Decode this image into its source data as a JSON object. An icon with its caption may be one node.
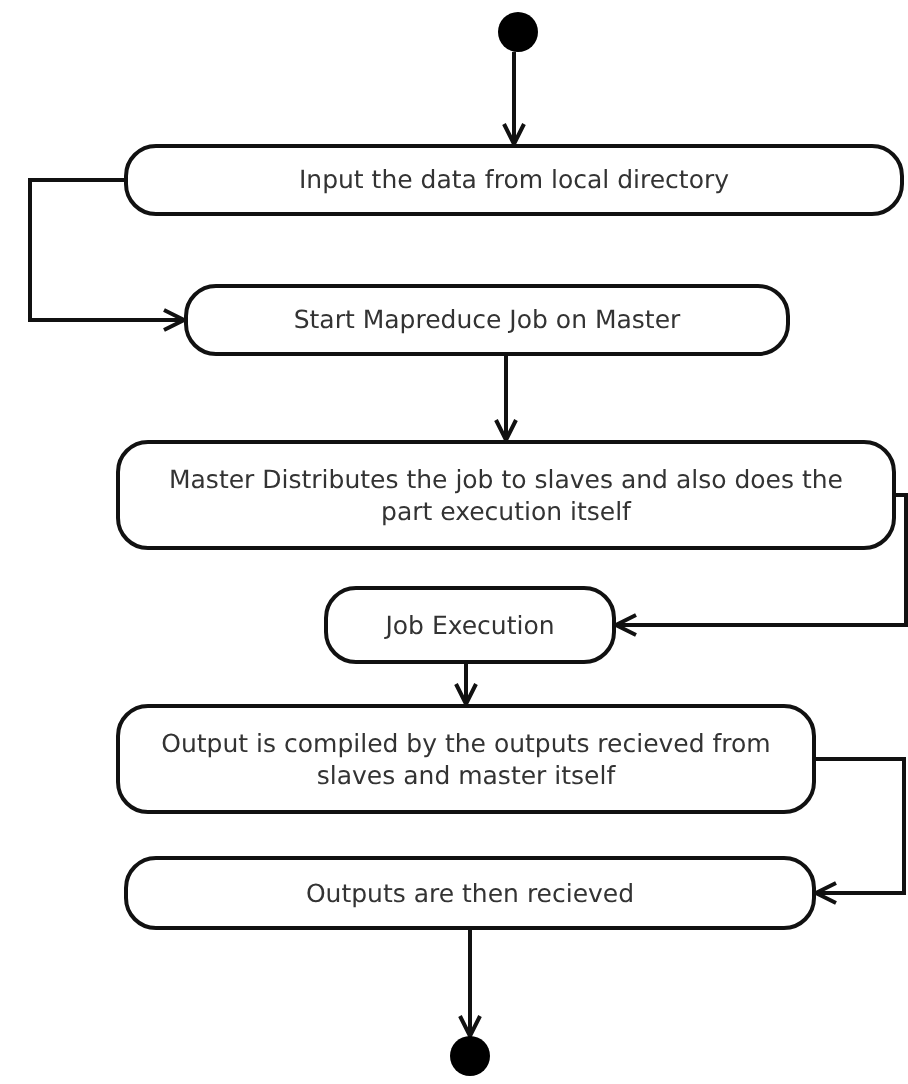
{
  "diagram": {
    "nodes": [
      {
        "text": [],
        "shape": "circle"
      },
      {
        "text": [
          "Input the data from local directory"
        ]
      },
      {
        "text": [
          "Start Mapreduce Job on Master"
        ]
      },
      {
        "text": [
          "Master Distributes the job to slaves and also does the part execution itself"
        ]
      },
      {
        "text": [
          "Job Execution"
        ]
      },
      {
        "text": [
          "Output is compiled by the outputs recieved from slaves and master itself"
        ]
      },
      {
        "text": [
          "Outputs are then recieved"
        ]
      },
      {
        "text": [],
        "shape": "circle"
      }
    ],
    "edges": [
      {
        "from": 0,
        "to": 1,
        "arrow": "to"
      },
      {
        "from": 1,
        "to": 2,
        "arrow": "to"
      },
      {
        "from": 2,
        "to": 3,
        "arrow": "to"
      },
      {
        "from": 3,
        "to": 4,
        "arrow": "to"
      },
      {
        "from": 4,
        "to": 5,
        "arrow": "to"
      },
      {
        "from": 5,
        "to": 6,
        "arrow": "to"
      },
      {
        "from": 6,
        "to": 7,
        "arrow": "to"
      }
    ]
  }
}
